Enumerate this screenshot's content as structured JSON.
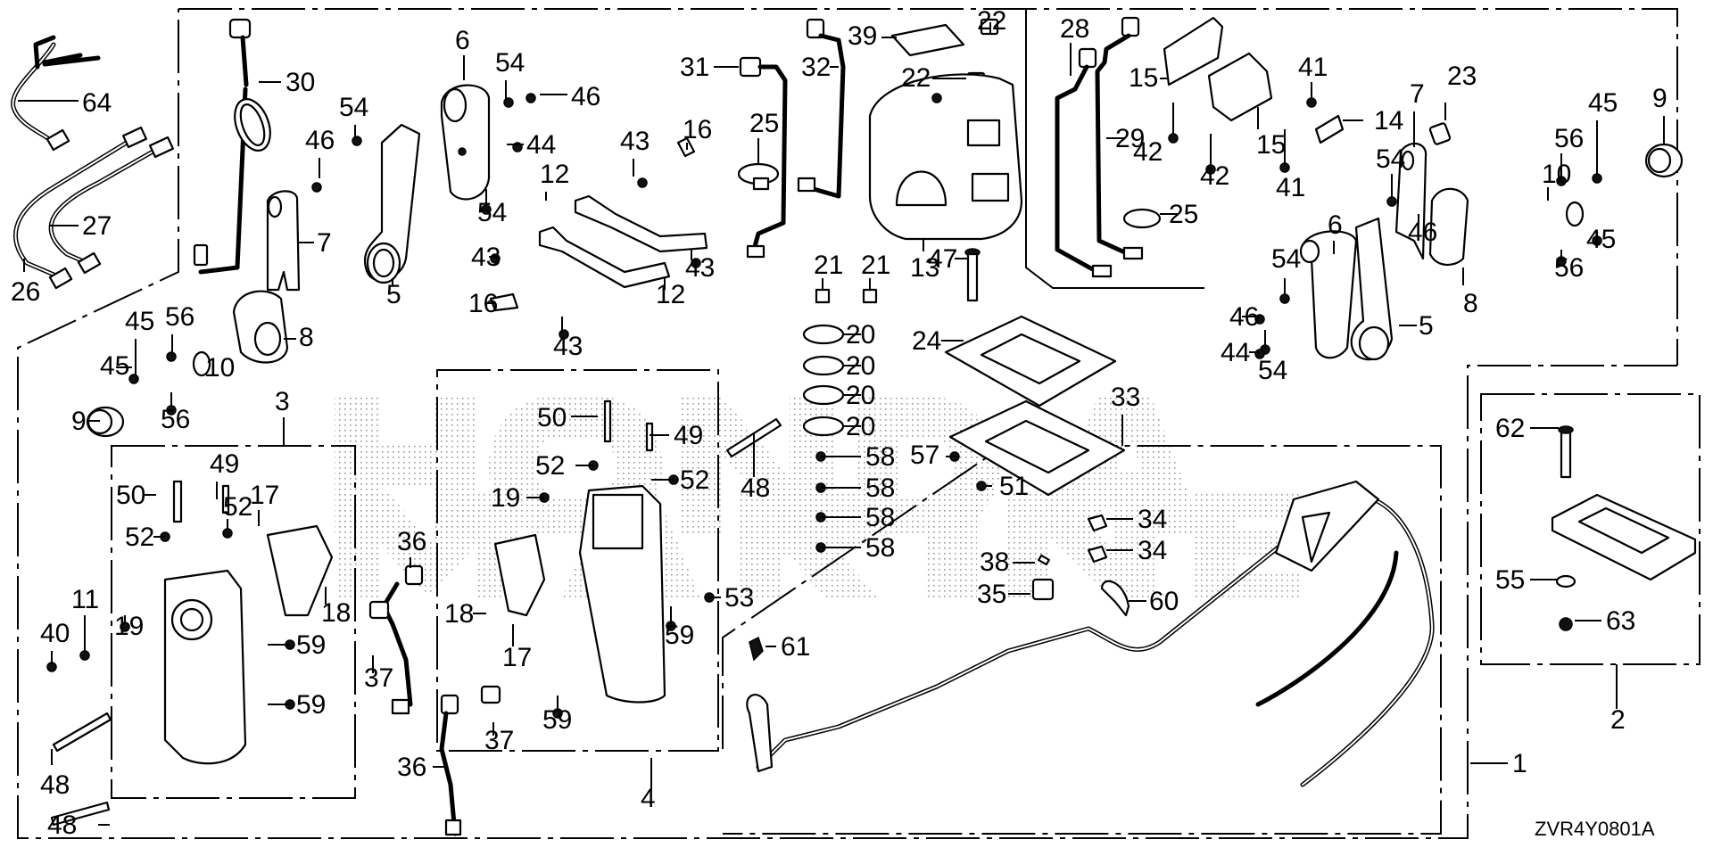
{
  "diagram": {
    "title": "Remote control box exploded parts diagram",
    "drawing_code": "ZVR4Y0801A",
    "watermark": "HONDA MARINE",
    "callouts": [
      {
        "id": "c64",
        "ref": "64",
        "part": "wire-harness-trim-switch"
      },
      {
        "id": "c27",
        "ref": "27",
        "part": "wire-harness-short"
      },
      {
        "id": "c26",
        "ref": "26",
        "part": "wire-harness-long"
      },
      {
        "id": "c30",
        "ref": "30",
        "part": "switch-wire-coiled"
      },
      {
        "id": "c6a",
        "ref": "6",
        "part": "lever-grip-left"
      },
      {
        "id": "c54a",
        "ref": "54",
        "part": "washer"
      },
      {
        "id": "c46a",
        "ref": "46",
        "part": "screw"
      },
      {
        "id": "c54b",
        "ref": "54",
        "part": "washer"
      },
      {
        "id": "c46b",
        "ref": "46",
        "part": "screw"
      },
      {
        "id": "c44a",
        "ref": "44",
        "part": "screw"
      },
      {
        "id": "c54c",
        "ref": "54",
        "part": "washer"
      },
      {
        "id": "c7a",
        "ref": "7",
        "part": "lever-cover-left"
      },
      {
        "id": "c5a",
        "ref": "5",
        "part": "lever-arm-left"
      },
      {
        "id": "c8a",
        "ref": "8",
        "part": "lever-cover-lower-left"
      },
      {
        "id": "c31",
        "ref": "31",
        "part": "neutral-switch-wire"
      },
      {
        "id": "c32",
        "ref": "32",
        "part": "switch-wire"
      },
      {
        "id": "c25a",
        "ref": "25",
        "part": "cable-band"
      },
      {
        "id": "c43a",
        "ref": "43",
        "part": "screw"
      },
      {
        "id": "c16a",
        "ref": "16",
        "part": "clip"
      },
      {
        "id": "c12a",
        "ref": "12",
        "part": "bracket"
      },
      {
        "id": "c12b",
        "ref": "12",
        "part": "bracket"
      },
      {
        "id": "c43b",
        "ref": "43",
        "part": "screw"
      },
      {
        "id": "c43c",
        "ref": "43",
        "part": "screw"
      },
      {
        "id": "c16b",
        "ref": "16",
        "part": "clip"
      },
      {
        "id": "c43d",
        "ref": "43",
        "part": "screw"
      },
      {
        "id": "c39",
        "ref": "39",
        "part": "plate"
      },
      {
        "id": "c22a",
        "ref": "22",
        "part": "cap"
      },
      {
        "id": "c22b",
        "ref": "22",
        "part": "cap"
      },
      {
        "id": "c13",
        "ref": "13",
        "part": "box-cover"
      },
      {
        "id": "c21a",
        "ref": "21",
        "part": "spacer"
      },
      {
        "id": "c21b",
        "ref": "21",
        "part": "spacer"
      },
      {
        "id": "c20a",
        "ref": "20",
        "part": "link-plate"
      },
      {
        "id": "c20b",
        "ref": "20",
        "part": "link-plate"
      },
      {
        "id": "c20c",
        "ref": "20",
        "part": "link-plate"
      },
      {
        "id": "c20d",
        "ref": "20",
        "part": "link-plate"
      },
      {
        "id": "c47",
        "ref": "47",
        "part": "bolt"
      },
      {
        "id": "c24",
        "ref": "24",
        "part": "gasket"
      },
      {
        "id": "c57",
        "ref": "57",
        "part": "washer"
      },
      {
        "id": "c51",
        "ref": "51",
        "part": "nut"
      },
      {
        "id": "c28",
        "ref": "28",
        "part": "switch-wire"
      },
      {
        "id": "c29",
        "ref": "29",
        "part": "switch-wire"
      },
      {
        "id": "c25b",
        "ref": "25",
        "part": "cable-band"
      },
      {
        "id": "c15a",
        "ref": "15",
        "part": "switch-holder"
      },
      {
        "id": "c15b",
        "ref": "15",
        "part": "switch-holder"
      },
      {
        "id": "c42a",
        "ref": "42",
        "part": "screw"
      },
      {
        "id": "c42b",
        "ref": "42",
        "part": "screw"
      },
      {
        "id": "c41a",
        "ref": "41",
        "part": "screw"
      },
      {
        "id": "c41b",
        "ref": "41",
        "part": "screw"
      },
      {
        "id": "c14",
        "ref": "14",
        "part": "plate"
      },
      {
        "id": "c7b",
        "ref": "7",
        "part": "lever-cover-right"
      },
      {
        "id": "c23",
        "ref": "23",
        "part": "switch"
      },
      {
        "id": "c45a",
        "ref": "45",
        "part": "screw"
      },
      {
        "id": "c9a",
        "ref": "9",
        "part": "grommet"
      },
      {
        "id": "c56a",
        "ref": "56",
        "part": "washer"
      },
      {
        "id": "c10a",
        "ref": "10",
        "part": "cap"
      },
      {
        "id": "c45b",
        "ref": "45",
        "part": "screw"
      },
      {
        "id": "c56b",
        "ref": "56",
        "part": "washer"
      },
      {
        "id": "c8b",
        "ref": "8",
        "part": "lever-cover-lower-right"
      },
      {
        "id": "c6b",
        "ref": "6",
        "part": "lever-grip-right"
      },
      {
        "id": "c54d",
        "ref": "54",
        "part": "washer"
      },
      {
        "id": "c46c",
        "ref": "46",
        "part": "screw"
      },
      {
        "id": "c54e",
        "ref": "54",
        "part": "washer"
      },
      {
        "id": "c46d",
        "ref": "46",
        "part": "screw"
      },
      {
        "id": "c44b",
        "ref": "44",
        "part": "screw"
      },
      {
        "id": "c54f",
        "ref": "54",
        "part": "washer"
      },
      {
        "id": "c5b",
        "ref": "5",
        "part": "lever-arm-right"
      },
      {
        "id": "c45c",
        "ref": "45",
        "part": "screw"
      },
      {
        "id": "c56c",
        "ref": "56",
        "part": "washer"
      },
      {
        "id": "c10b",
        "ref": "10",
        "part": "cap"
      },
      {
        "id": "c45d",
        "ref": "45",
        "part": "screw"
      },
      {
        "id": "c56d",
        "ref": "56",
        "part": "washer"
      },
      {
        "id": "c9b",
        "ref": "9",
        "part": "grommet"
      },
      {
        "id": "c3",
        "ref": "3",
        "part": "control-box-assy-left"
      },
      {
        "id": "c49a",
        "ref": "49",
        "part": "spring"
      },
      {
        "id": "c50a",
        "ref": "50",
        "part": "spring"
      },
      {
        "id": "c52a",
        "ref": "52",
        "part": "nut"
      },
      {
        "id": "c52b",
        "ref": "52",
        "part": "nut"
      },
      {
        "id": "c17a",
        "ref": "17",
        "part": "cover"
      },
      {
        "id": "c18a",
        "ref": "18",
        "part": "clip"
      },
      {
        "id": "c19a",
        "ref": "19",
        "part": "pin"
      },
      {
        "id": "c11",
        "ref": "11",
        "part": "bracket"
      },
      {
        "id": "c40",
        "ref": "40",
        "part": "screw"
      },
      {
        "id": "c59a",
        "ref": "59",
        "part": "clip"
      },
      {
        "id": "c59b",
        "ref": "59",
        "part": "clip"
      },
      {
        "id": "c48a",
        "ref": "48",
        "part": "bolt"
      },
      {
        "id": "c48b",
        "ref": "48",
        "part": "bolt"
      },
      {
        "id": "c36a",
        "ref": "36",
        "part": "switch-wire"
      },
      {
        "id": "c37a",
        "ref": "37",
        "part": "connector"
      },
      {
        "id": "c36b",
        "ref": "36",
        "part": "switch-wire"
      },
      {
        "id": "c37b",
        "ref": "37",
        "part": "connector"
      },
      {
        "id": "c50b",
        "ref": "50",
        "part": "spring"
      },
      {
        "id": "c49b",
        "ref": "49",
        "part": "spring"
      },
      {
        "id": "c52c",
        "ref": "52",
        "part": "nut"
      },
      {
        "id": "c52d",
        "ref": "52",
        "part": "nut"
      },
      {
        "id": "c19b",
        "ref": "19",
        "part": "pin"
      },
      {
        "id": "c18b",
        "ref": "18",
        "part": "clip"
      },
      {
        "id": "c17b",
        "ref": "17",
        "part": "cover"
      },
      {
        "id": "c59c",
        "ref": "59",
        "part": "clip"
      },
      {
        "id": "c59d",
        "ref": "59",
        "part": "clip"
      },
      {
        "id": "c53",
        "ref": "53",
        "part": "nut"
      },
      {
        "id": "c4",
        "ref": "4",
        "part": "control-box-assy-right"
      },
      {
        "id": "c48c",
        "ref": "48",
        "part": "bolt"
      },
      {
        "id": "c58a",
        "ref": "58",
        "part": "clip"
      },
      {
        "id": "c58b",
        "ref": "58",
        "part": "clip"
      },
      {
        "id": "c58c",
        "ref": "58",
        "part": "clip"
      },
      {
        "id": "c58d",
        "ref": "58",
        "part": "clip"
      },
      {
        "id": "c33",
        "ref": "33",
        "part": "main-harness-group"
      },
      {
        "id": "c34a",
        "ref": "34",
        "part": "clip"
      },
      {
        "id": "c34b",
        "ref": "34",
        "part": "clip"
      },
      {
        "id": "c38",
        "ref": "38",
        "part": "label"
      },
      {
        "id": "c35",
        "ref": "35",
        "part": "connector-cap"
      },
      {
        "id": "c60",
        "ref": "60",
        "part": "clamp"
      },
      {
        "id": "c61",
        "ref": "61",
        "part": "clip"
      },
      {
        "id": "c1",
        "ref": "1",
        "part": "remote-control-assy"
      },
      {
        "id": "c62",
        "ref": "62",
        "part": "bolt"
      },
      {
        "id": "c55",
        "ref": "55",
        "part": "washer"
      },
      {
        "id": "c63",
        "ref": "63",
        "part": "nut"
      },
      {
        "id": "c2",
        "ref": "2",
        "part": "spacer-kit"
      }
    ]
  }
}
